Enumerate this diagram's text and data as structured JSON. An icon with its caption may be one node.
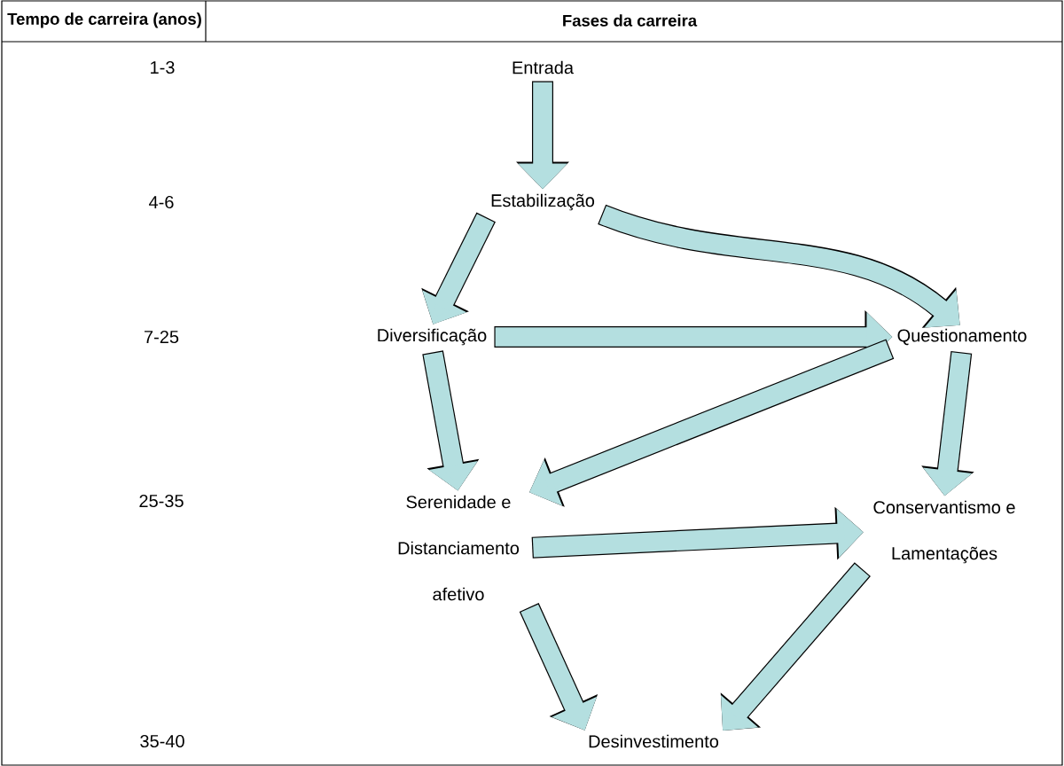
{
  "diagram": {
    "nodes": [
      {
        "text": [
          "Entrada"
        ]
      },
      {
        "text": [
          "Estabilização"
        ]
      },
      {
        "text": [
          "Diversificação"
        ]
      },
      {
        "text": [
          "Questionamento"
        ]
      },
      {
        "text": [
          "Serenidade e Distanciamento afetivo"
        ]
      },
      {
        "text": [
          "Conservantismo e Lamentações"
        ]
      },
      {
        "text": [
          "Desinvestimento"
        ]
      }
    ],
    "edges": [
      {
        "from": 0,
        "to": 1,
        "arrow": "to"
      },
      {
        "from": 1,
        "to": 2,
        "arrow": "to"
      },
      {
        "from": 1,
        "to": 3,
        "arrow": "to"
      },
      {
        "from": 2,
        "to": 3,
        "arrow": "to"
      },
      {
        "from": 2,
        "to": 4,
        "arrow": "to"
      },
      {
        "from": 3,
        "to": 4,
        "arrow": "to"
      },
      {
        "from": 3,
        "to": 5,
        "arrow": "to"
      },
      {
        "from": 4,
        "to": 5,
        "arrow": "to"
      },
      {
        "from": 4,
        "to": 6,
        "arrow": "to"
      },
      {
        "from": 5,
        "to": 6,
        "arrow": "to"
      }
    ],
    "labels": [
      "Tempo de carreira (anos)",
      "Fases da carreira",
      "1-3",
      "4-6",
      "7-25",
      "25-35",
      "35-40"
    ]
  }
}
